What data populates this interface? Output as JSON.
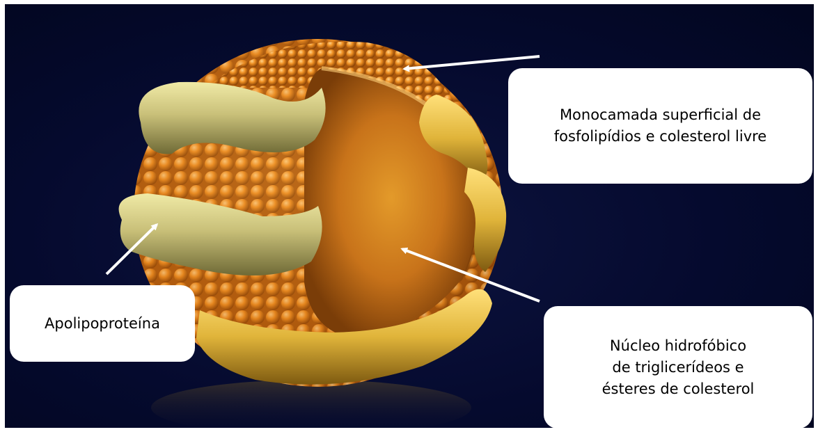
{
  "labels": {
    "monolayer": {
      "line1": "Monocamada superficial de",
      "line2": "fosfolipídios e colesterol livre"
    },
    "apolipoprotein": "Apolipoproteína",
    "core": {
      "line1": "Núcleo hidrofóbico",
      "line2": "de triglicerídeos e",
      "line3": "ésteres de colesterol"
    }
  },
  "colors": {
    "background": "#050a2e",
    "phospholipid": "#e8891a",
    "core": "#c9700f",
    "apolipoprotein": "#c9c27a",
    "arrow": "#ffffff"
  }
}
